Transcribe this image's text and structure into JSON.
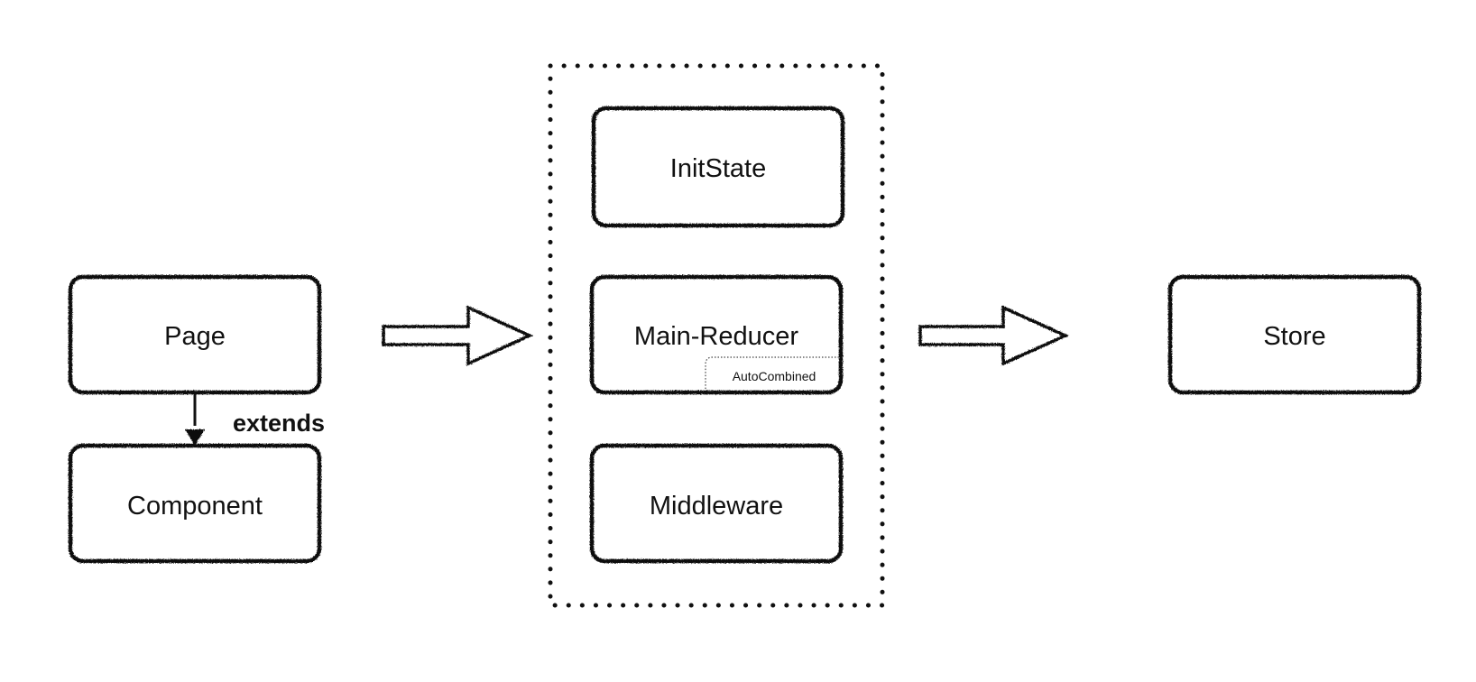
{
  "diagram": {
    "nodes": {
      "page": {
        "label": "Page"
      },
      "component": {
        "label": "Component"
      },
      "init_state": {
        "label": "InitState"
      },
      "main_reducer": {
        "label": "Main-Reducer",
        "badge": "AutoCombined"
      },
      "middleware": {
        "label": "Middleware"
      },
      "store": {
        "label": "Store"
      }
    },
    "edges": {
      "page_to_component": {
        "label": "extends"
      }
    },
    "colors": {
      "stroke": "#111111",
      "background": "#ffffff"
    }
  }
}
